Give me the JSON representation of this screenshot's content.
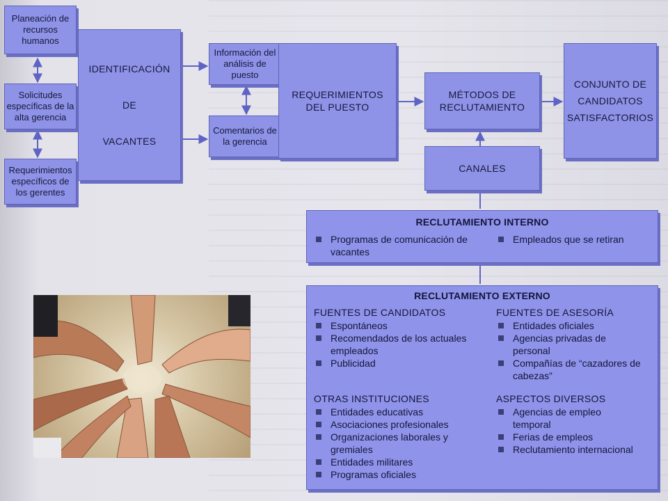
{
  "nodes": {
    "planeacion": "Planeación de recursos humanos",
    "solicitudes": "Solicitudes específicas de la alta gerencia",
    "requerimientos_gerentes": "Requerimientos específicos de los gerentes",
    "identificacion": [
      "IDENTIFICACIÓN",
      "DE",
      "VACANTES"
    ],
    "informacion": "Información del análisis de puesto",
    "comentarios": "Comentarios de la gerencia",
    "requerimientos_puesto": "REQUERIMIENTOS DEL PUESTO",
    "metodos": "MÉTODOS DE RECLUTAMIENTO",
    "canales": "CANALES",
    "conjunto": "CONJUNTO DE CANDIDATOS SATISFACTORIOS"
  },
  "interno": {
    "title": "RECLUTAMIENTO INTERNO",
    "items": [
      "Programas de comunicación de vacantes",
      "Empleados que se retiran"
    ]
  },
  "externo": {
    "title": "RECLUTAMIENTO EXTERNO",
    "fuentes_candidatos": {
      "title": "FUENTES DE CANDIDATOS",
      "items": [
        "Espontáneos",
        "Recomendados de los actuales empleados",
        "Publicidad"
      ]
    },
    "fuentes_asesoria": {
      "title": "FUENTES DE ASESORÍA",
      "items": [
        "Entidades oficiales",
        "Agencias privadas de personal",
        "Compañías de “cazadores de cabezas”"
      ]
    },
    "otras_instituciones": {
      "title": "OTRAS INSTITUCIONES",
      "items": [
        "Entidades educativas",
        "Asociaciones profesionales",
        "Organizaciones laborales y gremiales",
        "Entidades militares",
        "Programas oficiales"
      ]
    },
    "aspectos_diversos": {
      "title": "ASPECTOS DIVERSOS",
      "items": [
        "Agencias de empleo temporal",
        "Ferias de empleos",
        "Reclutamiento internacional"
      ]
    }
  },
  "colors": {
    "box": "#8e93e8",
    "shadow": "#6b6fc4",
    "arrow": "#5e63c4",
    "text": "#17183a"
  }
}
